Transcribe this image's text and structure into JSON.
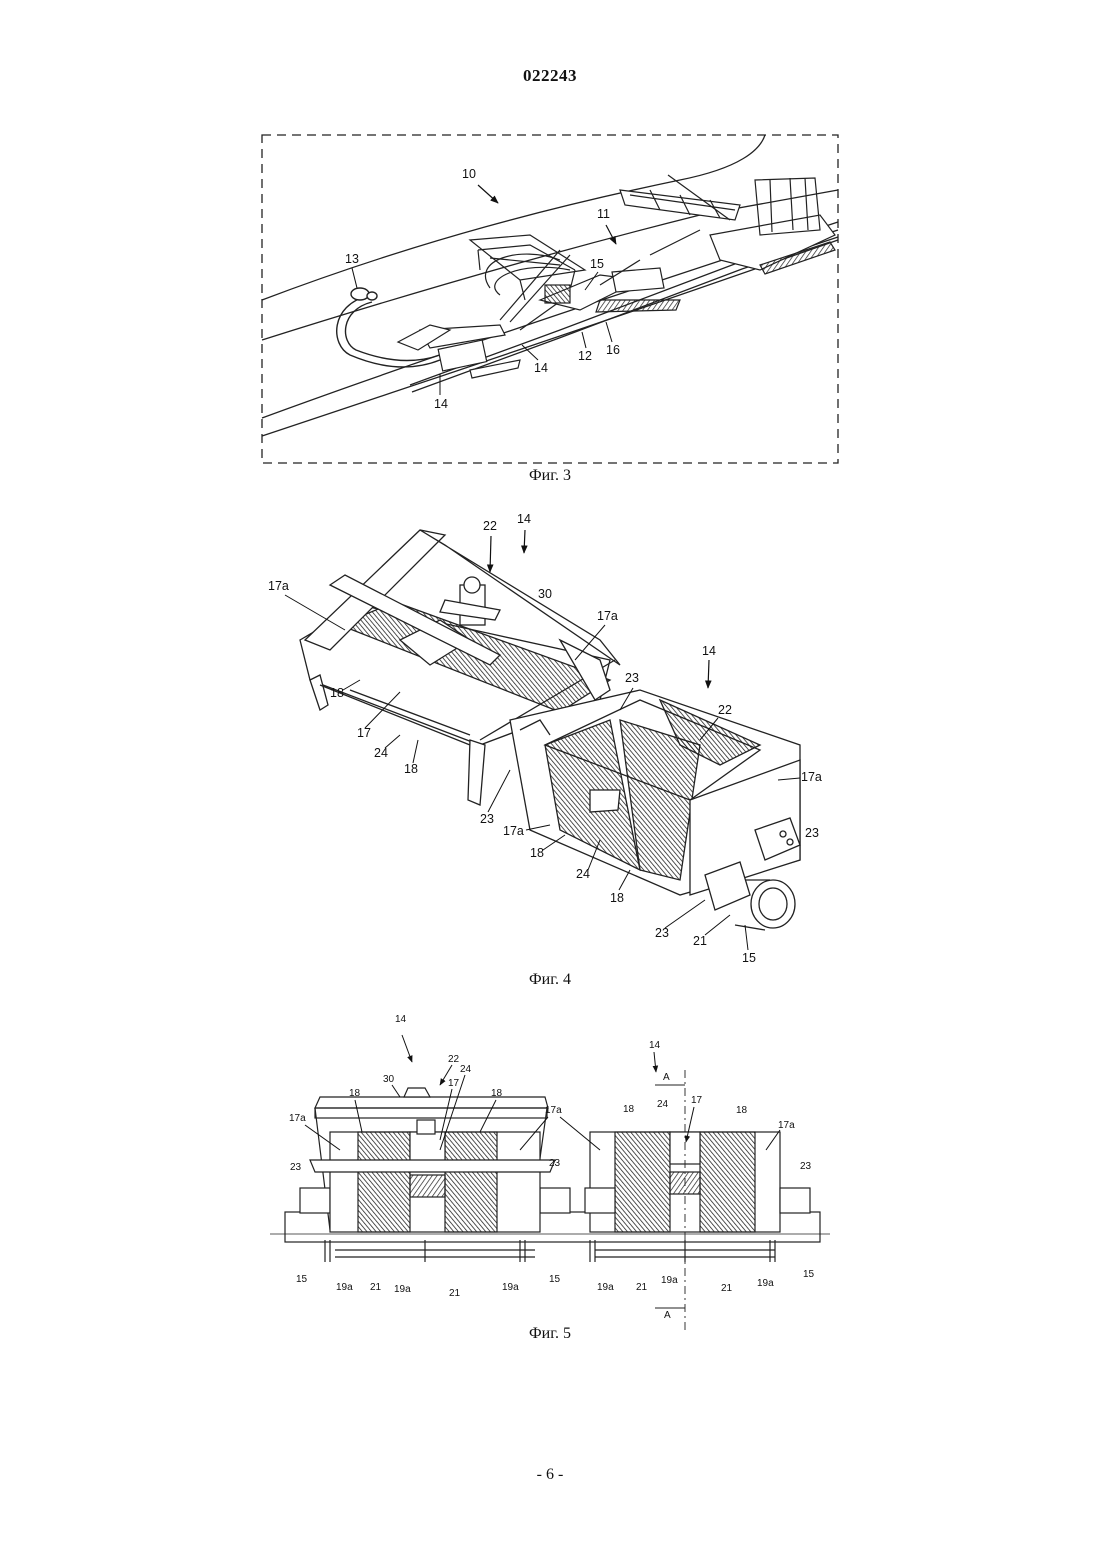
{
  "document": {
    "number": "022243",
    "page": "- 6 -"
  },
  "fig3": {
    "caption": "Фиг. 3",
    "labels": {
      "l10": "10",
      "l11": "11",
      "l12": "12",
      "l13": "13",
      "l14a": "14",
      "l14b": "14",
      "l15": "15",
      "l16": "16"
    }
  },
  "fig4": {
    "caption": "Фиг. 4",
    "labels": {
      "l22a": "22",
      "l14a": "14",
      "l30": "30",
      "l17a1": "17a",
      "l17a2": "17a",
      "l18a": "18",
      "l17": "17",
      "l24a": "24",
      "l18b": "18",
      "l23a": "23",
      "l14b": "14",
      "l23b": "23",
      "l22b": "22",
      "l17a3": "17a",
      "l17a4": "17a",
      "l18c": "18",
      "l24b": "24",
      "l18d": "18",
      "l23c": "23",
      "l23d": "23",
      "l21": "21",
      "l15": "15"
    }
  },
  "fig5": {
    "caption": "Фиг. 5",
    "labels": {
      "l14a": "14",
      "l22": "22",
      "l24a": "24",
      "l30": "30",
      "l17a_lbl": "17",
      "l18a": "18",
      "l18b": "18",
      "l17a1": "17a",
      "l23a": "23",
      "l17a2": "17a",
      "l23b": "23",
      "l15a": "15",
      "l19a1": "19a",
      "l21a": "21",
      "l19a2": "19a",
      "l21b": "21",
      "l19a3": "19a",
      "l15b": "15",
      "l14b": "14",
      "lA1": "A",
      "l18c": "18",
      "l24b": "24",
      "l17b": "17",
      "l18d": "18",
      "l17a3": "17a",
      "l23c": "23",
      "l19a4": "19a",
      "l21c": "21",
      "l19a5": "19a",
      "l21d": "21",
      "l19a6": "19a",
      "l15c": "15",
      "lA2": "A"
    }
  }
}
